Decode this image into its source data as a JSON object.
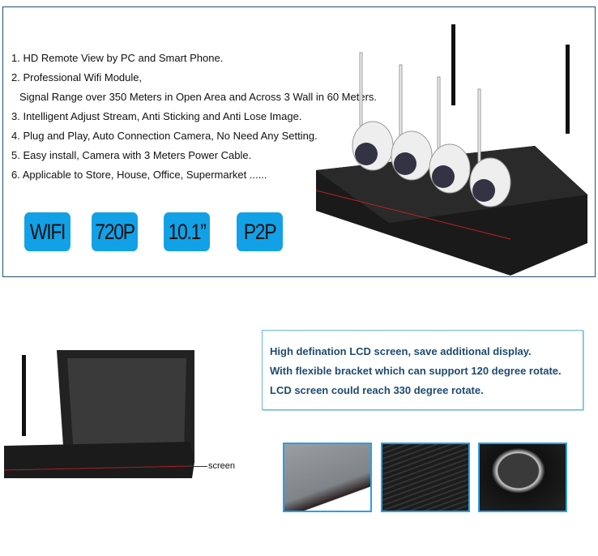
{
  "features": [
    "1. HD Remote View by PC and Smart Phone.",
    "2. Professional Wifi Module,",
    "Signal Range over 350 Meters in Open Area and Across 3 Wall in 60 Meters.",
    "3. Intelligent Adjust Stream, Anti Sticking and Anti Lose Image.",
    "4. Plug and Play, Auto Connection Camera, No Need Any Setting.",
    "5. Easy install, Camera with 3 Meters Power Cable.",
    "6. Applicable to Store, House, Office, Supermarket ......"
  ],
  "badges": [
    "WIFI",
    "720P",
    "10.1”",
    "P2P"
  ],
  "info_lines": [
    "High defination LCD screen, save additional display.",
    "With flexible bracket which can support 120 degree rotate.",
    "LCD screen could reach 330 degree rotate."
  ],
  "screen_label": "screen",
  "colors": {
    "badge": "#12a1e6",
    "info_text": "#1e4a72",
    "thumb_border": "#2b9fe6"
  }
}
